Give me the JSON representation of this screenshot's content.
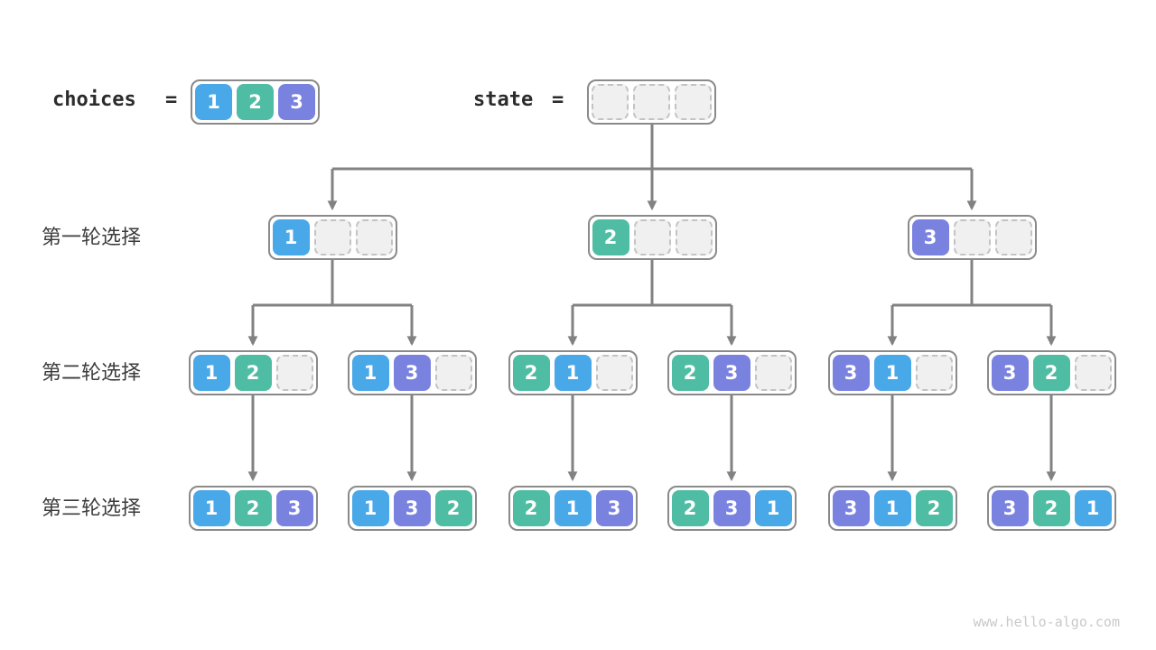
{
  "header": {
    "choices_label": "choices",
    "equals": "=",
    "state_label": "state",
    "choices_cells": [
      "1",
      "2",
      "3"
    ],
    "state_cells": [
      "",
      "",
      ""
    ]
  },
  "rows": [
    {
      "label": "第一轮选择",
      "boxes": [
        [
          "1",
          "",
          ""
        ],
        [
          "2",
          "",
          ""
        ],
        [
          "3",
          "",
          ""
        ]
      ]
    },
    {
      "label": "第二轮选择",
      "boxes": [
        [
          "1",
          "2",
          ""
        ],
        [
          "1",
          "3",
          ""
        ],
        [
          "2",
          "1",
          ""
        ],
        [
          "2",
          "3",
          ""
        ],
        [
          "3",
          "1",
          ""
        ],
        [
          "3",
          "2",
          ""
        ]
      ]
    },
    {
      "label": "第三轮选择",
      "boxes": [
        [
          "1",
          "2",
          "3"
        ],
        [
          "1",
          "3",
          "2"
        ],
        [
          "2",
          "1",
          "3"
        ],
        [
          "2",
          "3",
          "1"
        ],
        [
          "3",
          "1",
          "2"
        ],
        [
          "3",
          "2",
          "1"
        ]
      ]
    }
  ],
  "watermark": "www.hello-algo.com",
  "colors": {
    "value_1": "#49a8e8",
    "value_2": "#4fbda3",
    "value_3": "#7a82e0",
    "empty_fill": "#f0f0f0",
    "empty_border": "#c3c3c3",
    "box_border": "#8a8a8a",
    "arrow": "#828282",
    "label_text": "#3c3c3c",
    "code_text": "#2b2b2b",
    "watermark_text": "#c9c9c9"
  }
}
